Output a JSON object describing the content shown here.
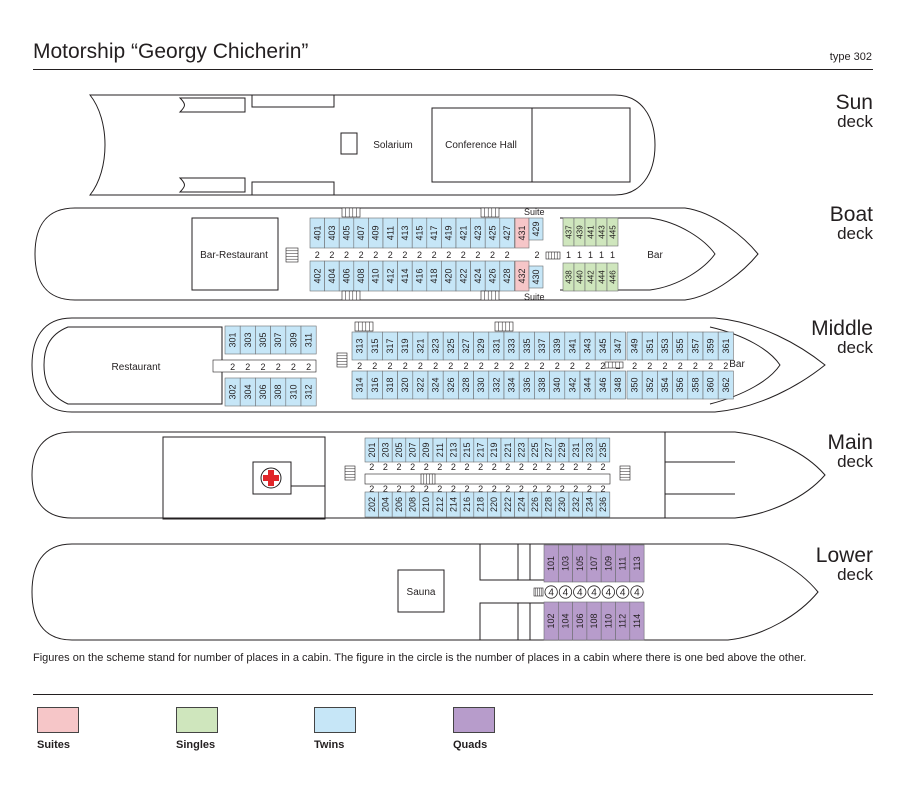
{
  "title": "Motorship “Georgy Chicherin”",
  "type": "type 302",
  "colors": {
    "suite": "#f6c6c8",
    "single": "#cfe6bd",
    "twin": "#c6e6f7",
    "quad": "#b79ccb",
    "line": "#231f20"
  },
  "decks": {
    "sun": {
      "name": "Sun",
      "word": "deck",
      "rooms": [
        "Solarium",
        "Conference Hall"
      ]
    },
    "boat": {
      "name": "Boat",
      "word": "deck",
      "rooms": [
        "Bar-Restaurant",
        "Bar"
      ],
      "suite_label": "Suite",
      "twins_top": [
        "401",
        "403",
        "405",
        "407",
        "409",
        "411",
        "413",
        "415",
        "417",
        "419",
        "421",
        "423",
        "425",
        "427"
      ],
      "twins_bottom": [
        "402",
        "404",
        "406",
        "408",
        "410",
        "412",
        "414",
        "416",
        "418",
        "420",
        "422",
        "424",
        "426",
        "428"
      ],
      "suites": [
        "431",
        "432"
      ],
      "twin_after_suite": [
        "429",
        "430"
      ],
      "singles_top": [
        "437",
        "439",
        "441",
        "443",
        "445"
      ],
      "singles_bottom": [
        "438",
        "440",
        "442",
        "444",
        "446"
      ],
      "places_twin": "2",
      "places_single": "1"
    },
    "middle": {
      "name": "Middle",
      "word": "deck",
      "rooms": [
        "Restaurant",
        "Bar"
      ],
      "fwd_top": [
        "301",
        "303",
        "305",
        "307",
        "309",
        "311"
      ],
      "fwd_bottom": [
        "302",
        "304",
        "306",
        "308",
        "310",
        "312"
      ],
      "mid_top": [
        "313",
        "315",
        "317",
        "319",
        "321",
        "323",
        "325",
        "327",
        "329",
        "331",
        "333",
        "335",
        "337",
        "339",
        "341",
        "343",
        "345",
        "347"
      ],
      "mid_bottom": [
        "314",
        "316",
        "318",
        "320",
        "322",
        "324",
        "326",
        "328",
        "330",
        "332",
        "334",
        "336",
        "338",
        "340",
        "342",
        "344",
        "346",
        "348"
      ],
      "aft_top": [
        "349",
        "351",
        "353",
        "355",
        "357",
        "359",
        "361"
      ],
      "aft_bottom": [
        "350",
        "352",
        "354",
        "356",
        "358",
        "360",
        "362"
      ],
      "places": "2"
    },
    "main": {
      "name": "Main",
      "word": "deck",
      "top": [
        "201",
        "203",
        "205",
        "207",
        "209",
        "211",
        "213",
        "215",
        "217",
        "219",
        "221",
        "223",
        "225",
        "227",
        "229",
        "231",
        "233",
        "235"
      ],
      "bottom": [
        "202",
        "204",
        "206",
        "208",
        "210",
        "212",
        "214",
        "216",
        "218",
        "220",
        "222",
        "224",
        "226",
        "228",
        "230",
        "232",
        "234",
        "236"
      ],
      "places": "2"
    },
    "lower": {
      "name": "Lower",
      "word": "deck",
      "rooms": [
        "Sauna"
      ],
      "top": [
        "101",
        "103",
        "105",
        "107",
        "109",
        "111",
        "113"
      ],
      "bottom": [
        "102",
        "104",
        "106",
        "108",
        "110",
        "112",
        "114"
      ],
      "places_bunk": "4"
    }
  },
  "note": "Figures on the scheme stand for number of places in a cabin. The figure in the circle is the number of places in a cabin where there is one bed above the other.",
  "legend": [
    {
      "key": "suite",
      "label": "Suites"
    },
    {
      "key": "single",
      "label": "Singles"
    },
    {
      "key": "twin",
      "label": "Twins"
    },
    {
      "key": "quad",
      "label": "Quads"
    }
  ]
}
